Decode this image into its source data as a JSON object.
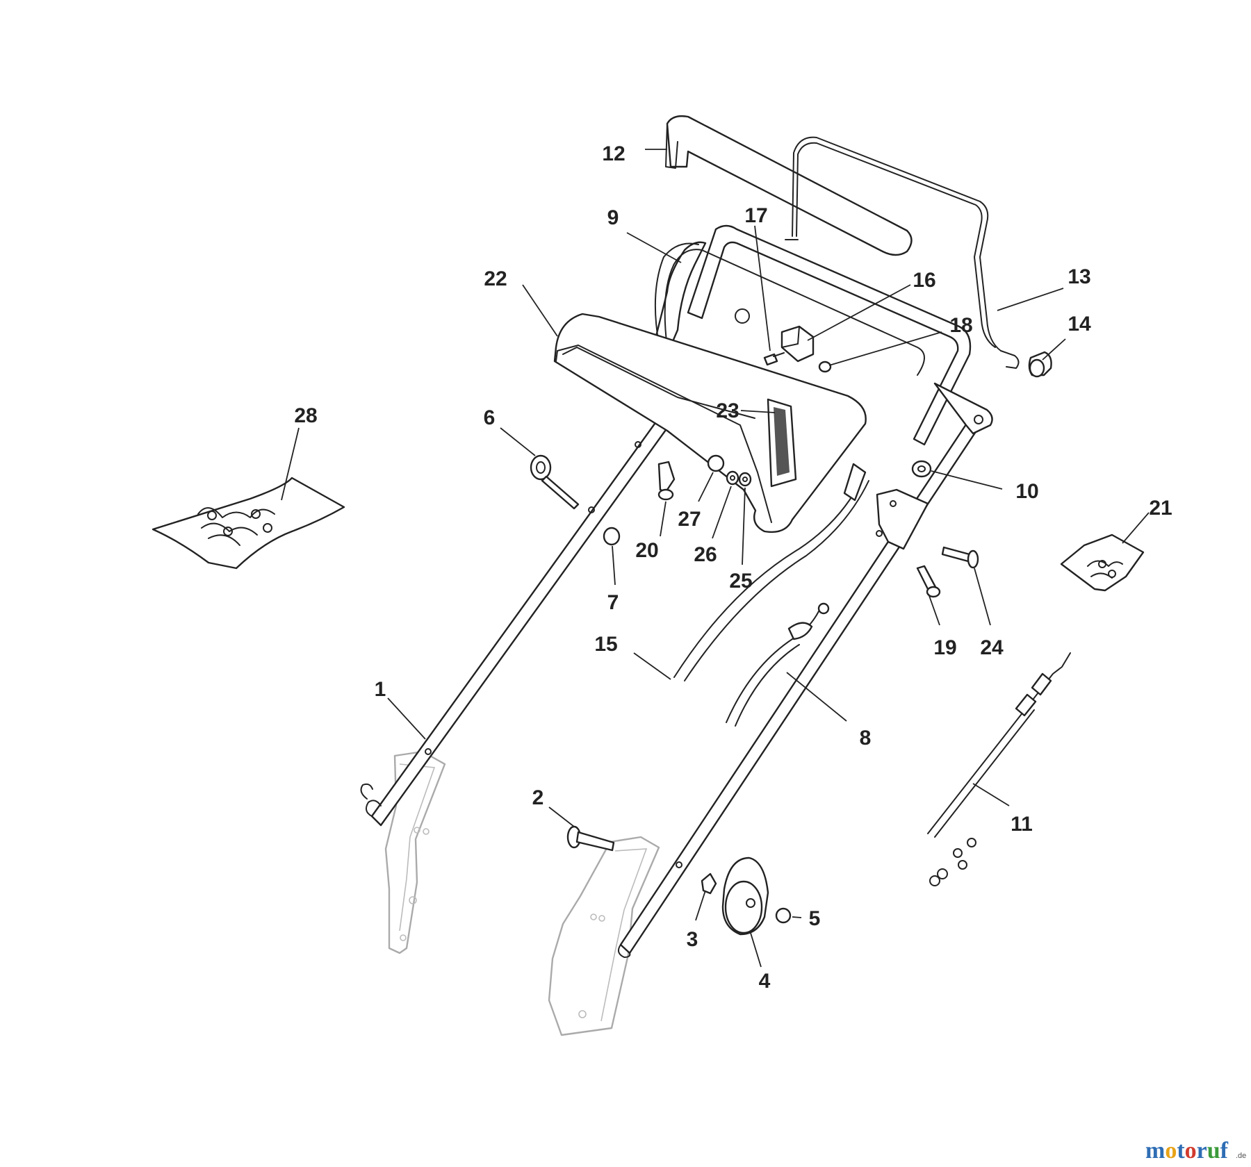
{
  "callouts": [
    "1",
    "2",
    "3",
    "4",
    "5",
    "6",
    "7",
    "8",
    "9",
    "10",
    "11",
    "12",
    "13",
    "14",
    "15",
    "16",
    "17",
    "18",
    "19",
    "20",
    "21",
    "22",
    "23",
    "24",
    "25",
    "26",
    "27",
    "28"
  ],
  "watermark": {
    "letters": [
      "m",
      "o",
      "t",
      "o",
      "r",
      "u",
      "f"
    ],
    "letter_colors": [
      "#2e6db4",
      "#e8a317",
      "#2e6db4",
      "#d23c2f",
      "#2e6db4",
      "#3a9a3a",
      "#2e6db4"
    ],
    "suffix": ".de"
  }
}
